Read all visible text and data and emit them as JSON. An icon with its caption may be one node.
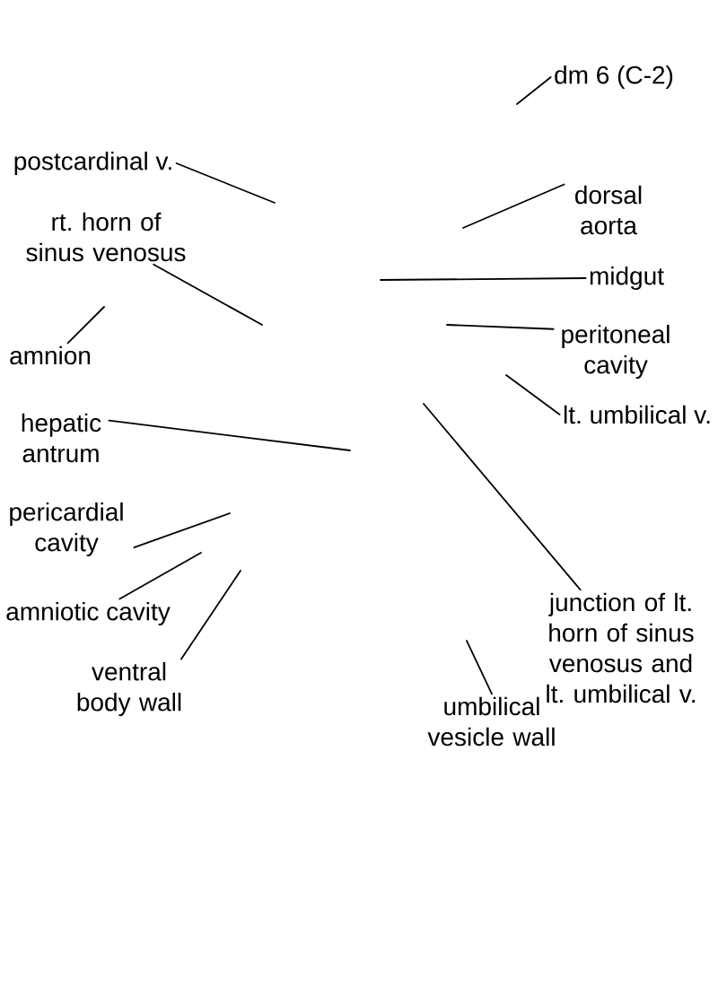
{
  "diagram": {
    "nodes": [
      {
        "text": [
          "dm 6 (C-2)"
        ]
      },
      {
        "text": [
          "postcardinal v."
        ]
      },
      {
        "text": [
          "dorsal aorta"
        ]
      },
      {
        "text": [
          "rt. horn of sinus venosus"
        ]
      },
      {
        "text": [
          "midgut"
        ]
      },
      {
        "text": [
          "peritoneal cavity"
        ]
      },
      {
        "text": [
          "amnion"
        ]
      },
      {
        "text": [
          "lt. umbilical v."
        ]
      },
      {
        "text": [
          "hepatic antrum"
        ]
      },
      {
        "text": [
          "pericardial cavity"
        ]
      },
      {
        "text": [
          "junction of lt. horn of sinus venosus and lt. umbilical v."
        ]
      },
      {
        "text": [
          "amniotic cavity"
        ]
      },
      {
        "text": [
          "ventral body wall"
        ]
      },
      {
        "text": [
          "umbilical vesicle wall"
        ]
      }
    ],
    "edges": [
      {
        "from": 0,
        "to": null,
        "arrow": "none"
      },
      {
        "from": 1,
        "to": null,
        "arrow": "none"
      },
      {
        "from": 2,
        "to": null,
        "arrow": "none"
      },
      {
        "from": 3,
        "to": null,
        "arrow": "none"
      },
      {
        "from": 4,
        "to": null,
        "arrow": "none"
      },
      {
        "from": 5,
        "to": null,
        "arrow": "none"
      },
      {
        "from": 6,
        "to": null,
        "arrow": "none"
      },
      {
        "from": 7,
        "to": null,
        "arrow": "none"
      },
      {
        "from": 8,
        "to": null,
        "arrow": "none"
      },
      {
        "from": 9,
        "to": null,
        "arrow": "none"
      },
      {
        "from": 10,
        "to": null,
        "arrow": "none"
      },
      {
        "from": 11,
        "to": null,
        "arrow": "none"
      },
      {
        "from": 12,
        "to": null,
        "arrow": "none"
      },
      {
        "from": 13,
        "to": null,
        "arrow": "none"
      }
    ]
  }
}
